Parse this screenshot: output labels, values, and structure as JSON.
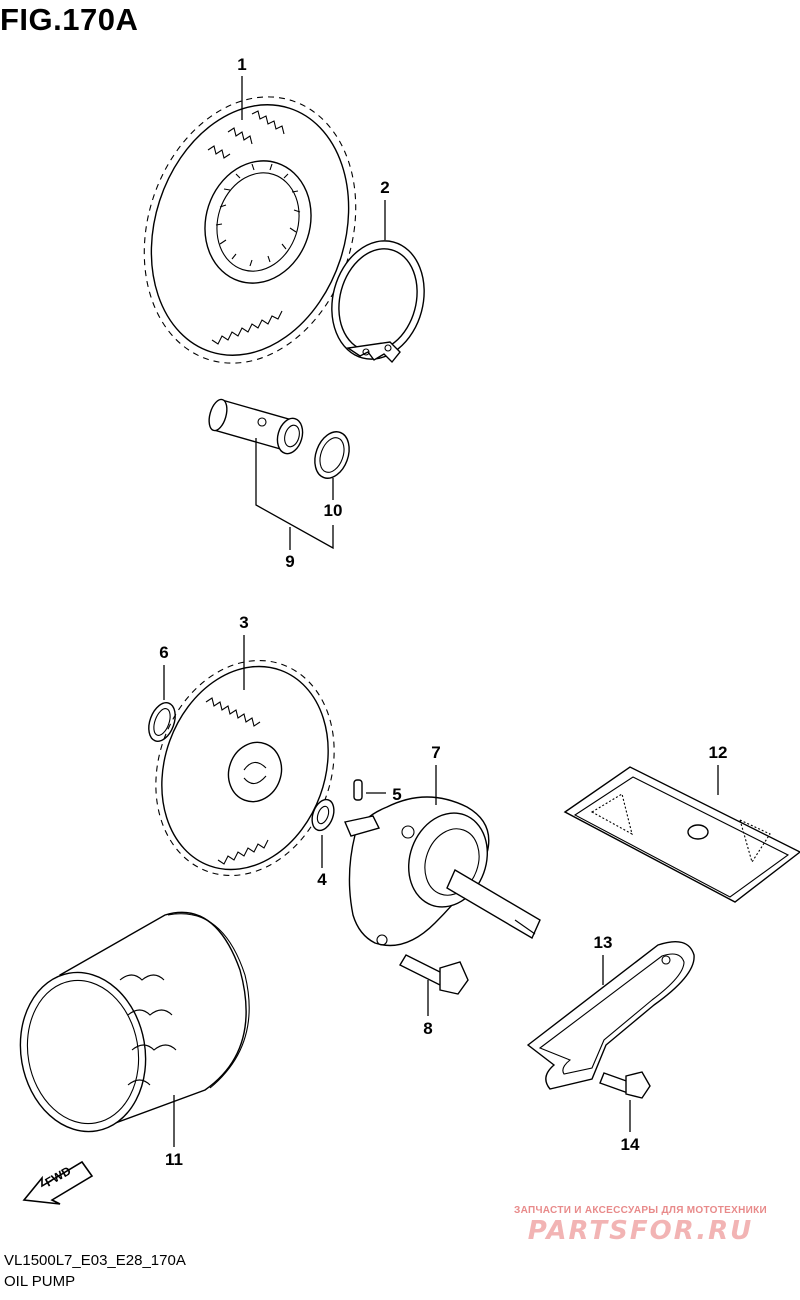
{
  "figure": {
    "title": "FIG.170A"
  },
  "callouts": {
    "p1": "1",
    "p2": "2",
    "p3": "3",
    "p4": "4",
    "p5": "5",
    "p6": "6",
    "p7": "7",
    "p8": "8",
    "p9": "9",
    "p10": "10",
    "p11": "11",
    "p12": "12",
    "p13": "13",
    "p14": "14"
  },
  "direction_label": "FWD",
  "watermark": {
    "caption": "ЗАПЧАСТИ И АКСЕССУАРЫ ДЛЯ МОТОТЕХНИКИ",
    "logo": "PARTSFOR.RU"
  },
  "footer": {
    "model_code": "VL1500L7_E03_E28_170A",
    "caption": "OIL PUMP"
  }
}
